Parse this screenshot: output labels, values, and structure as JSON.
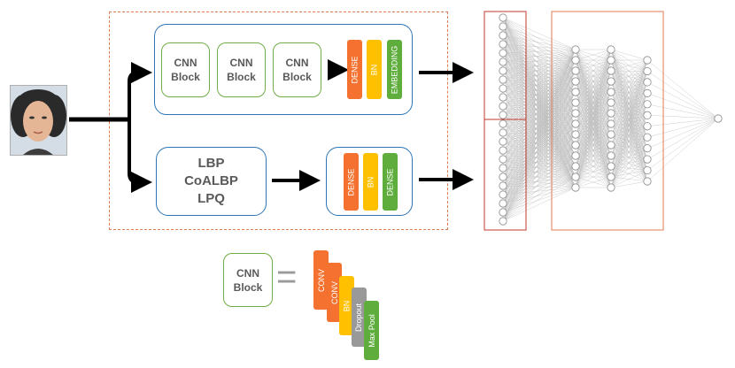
{
  "cnn_blocks": [
    {
      "line1": "CNN",
      "line2": "Block"
    },
    {
      "line1": "CNN",
      "line2": "Block"
    },
    {
      "line1": "CNN",
      "line2": "Block"
    }
  ],
  "top_layers": [
    "DENSE",
    "BN",
    "EMBEDDING"
  ],
  "handcrafted": [
    "LBP",
    "CoALBP",
    "LPQ"
  ],
  "bottom_layers": [
    "DENSE",
    "BN",
    "DENSE"
  ],
  "legend": {
    "block_line1": "CNN",
    "block_line2": "Block",
    "equals": "=",
    "layers": [
      "CONV",
      "CONV",
      "BN",
      "Dropout",
      "Max Pool"
    ]
  },
  "colors": {
    "dense": "#f4712f",
    "bn": "#ffc000",
    "green_layer": "#5fad3d",
    "dropout": "#999999",
    "module_border": "#2e75b6",
    "block_border": "#70ad47",
    "dashed_border": "#e07b53",
    "input_layer_border": "#c0392b"
  }
}
